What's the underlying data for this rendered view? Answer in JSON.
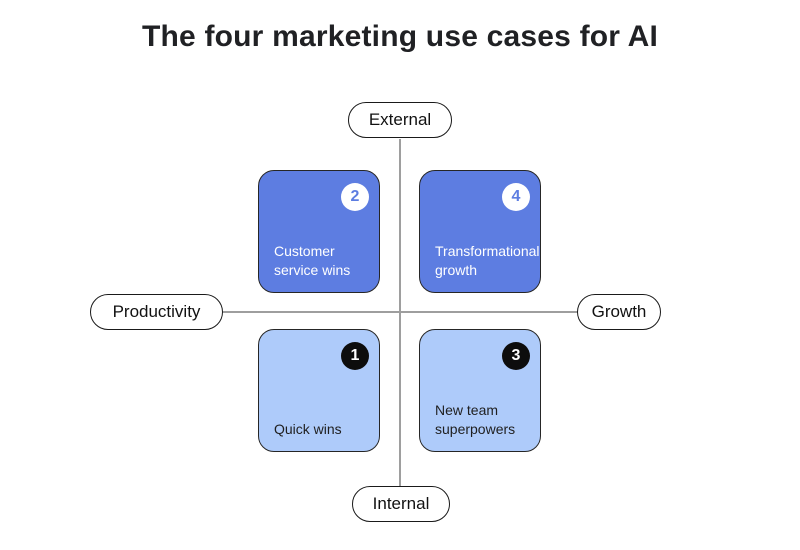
{
  "title": "The four marketing use cases for AI",
  "axis_labels": {
    "top": "External",
    "bottom": "Internal",
    "left": "Productivity",
    "right": "Growth"
  },
  "quadrants": {
    "q1": {
      "number": "1",
      "lines": [
        "Quick wins"
      ],
      "position": "bottom-left",
      "theme": "light-blue",
      "badge": "black-circle-white-number"
    },
    "q2": {
      "number": "2",
      "lines": [
        "Customer",
        "service wins"
      ],
      "position": "top-left",
      "theme": "dark-blue",
      "badge": "white-circle-blue-number"
    },
    "q3": {
      "number": "3",
      "lines": [
        "New team",
        "superpowers"
      ],
      "position": "bottom-right",
      "theme": "light-blue",
      "badge": "black-circle-white-number"
    },
    "q4": {
      "number": "4",
      "lines": [
        "Transformational",
        "growth"
      ],
      "position": "top-right",
      "theme": "dark-blue",
      "badge": "white-circle-blue-number"
    }
  },
  "colors": {
    "dark_blue_card": "#5d7de1",
    "light_blue_card": "#aecbfa",
    "axis_line": "#9e9e9e",
    "badge_black": "#0d0d0d",
    "badge_white": "#ffffff",
    "title_text": "#202124",
    "card_text_on_dark": "#ffffff",
    "card_text_on_light": "#1f1f1f",
    "pill_border": "#1a1a1a",
    "background": "#ffffff"
  }
}
